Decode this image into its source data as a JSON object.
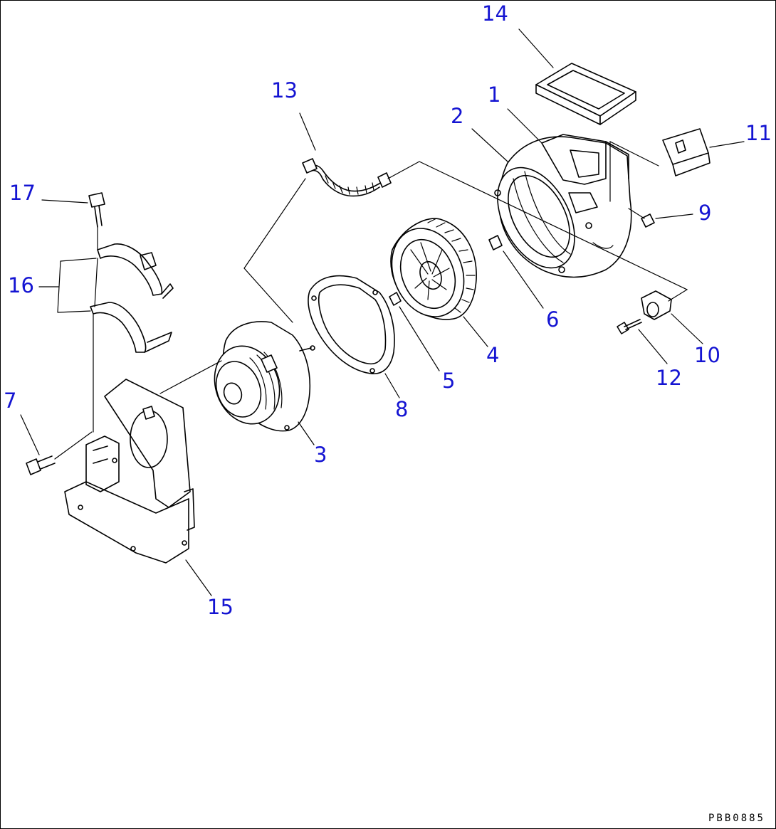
{
  "diagram": {
    "callouts": {
      "c1": "1",
      "c2": "2",
      "c3": "3",
      "c4": "4",
      "c5": "5",
      "c6": "6",
      "c7": "7",
      "c8": "8",
      "c9": "9",
      "c10": "10",
      "c11": "11",
      "c12": "12",
      "c13": "13",
      "c14": "14",
      "c15": "15",
      "c16": "16",
      "c17": "17"
    },
    "drawing_code": "PBB0885",
    "callout_color": "#1414d2"
  }
}
